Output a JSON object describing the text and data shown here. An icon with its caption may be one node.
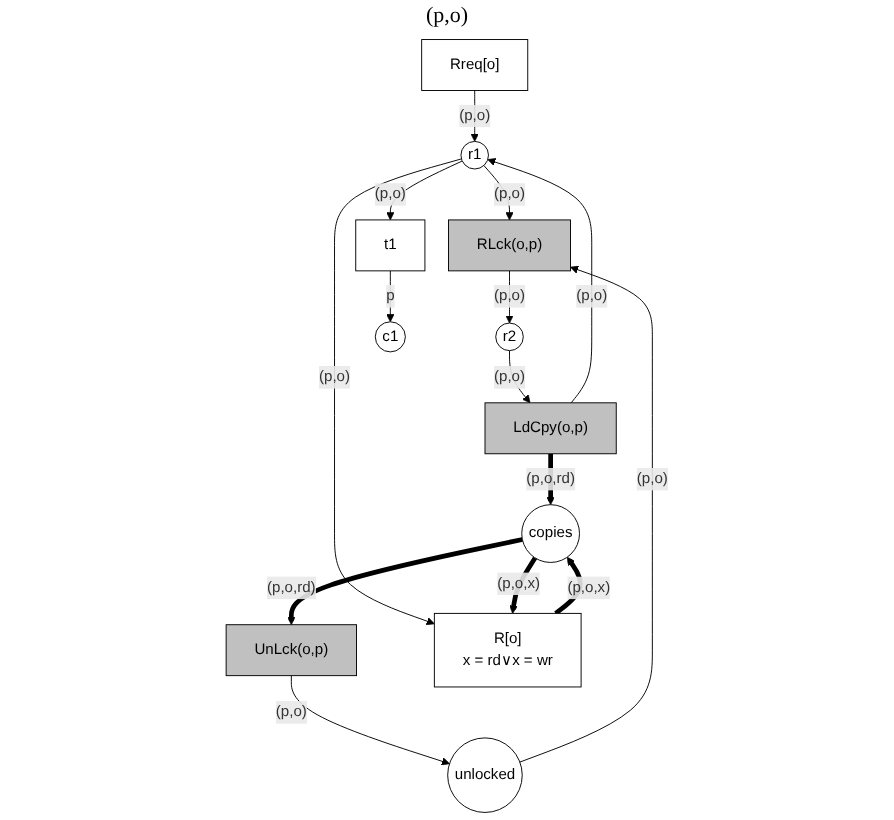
{
  "diagram": {
    "nodes": [
      {
        "text": [
          "Rreq[o]"
        ]
      },
      {
        "text": [
          "r1"
        ]
      },
      {
        "text": [
          "RLck(o,p)"
        ]
      },
      {
        "text": [
          "unlocked"
        ]
      },
      {
        "text": [
          "UnLck(o,p)"
        ]
      },
      {
        "text": [
          "t1"
        ]
      },
      {
        "text": [
          "r2"
        ]
      },
      {
        "text": [
          "c1"
        ]
      },
      {
        "text": [
          "LdCpy(o,p)"
        ]
      },
      {
        "text": [
          "R[o]",
          "x = rd∨x = wr"
        ]
      },
      {
        "text": [
          "copies"
        ]
      }
    ],
    "edges": [
      {
        "from": 0,
        "to": 1,
        "arrow": "to",
        "label": "(p,o)"
      },
      {
        "from": 1,
        "to": 2,
        "arrow": "to",
        "label": "(p,o)"
      },
      {
        "from": 3,
        "to": 2,
        "arrow": "to",
        "label": "(p,o)"
      },
      {
        "from": 4,
        "to": 3,
        "arrow": "to",
        "label": "(p,o)"
      },
      {
        "from": 1,
        "to": 5,
        "arrow": "to",
        "label": "(p,o)"
      },
      {
        "from": 2,
        "to": 6,
        "arrow": "to",
        "label": "(p,o)"
      },
      {
        "from": 5,
        "to": 7,
        "arrow": "to",
        "label": "p"
      },
      {
        "from": 6,
        "to": 8,
        "arrow": "to",
        "label": "(p,o)"
      },
      {
        "from": 8,
        "to": 1,
        "arrow": "to",
        "label": "(p,o)"
      },
      {
        "from": 1,
        "to": 9,
        "arrow": "to",
        "label": "(p,o)"
      },
      {
        "from": 8,
        "to": 10,
        "arrow": "to",
        "label": "(p,o,rd)",
        "style": "thick"
      },
      {
        "from": 9,
        "to": 10,
        "arrow": "to",
        "label": "(p,o,x)",
        "style": "thick"
      },
      {
        "from": 10,
        "to": 9,
        "arrow": "to",
        "label": "(p,o,x)",
        "style": "thick"
      },
      {
        "from": 10,
        "to": 4,
        "arrow": "to",
        "label": "(p,o,rd)",
        "style": "thick"
      }
    ],
    "labels": [
      "(p,o)"
    ]
  }
}
